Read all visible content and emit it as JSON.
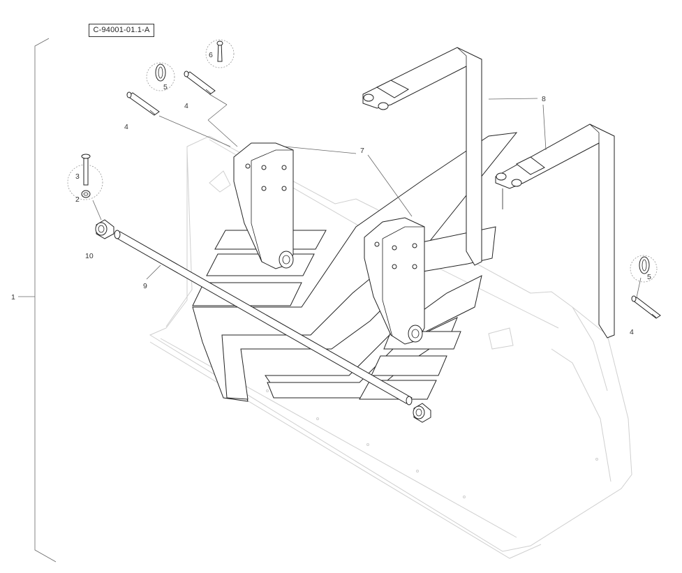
{
  "reference_code": "C-94001-01.1-A",
  "callouts": {
    "c1": "1",
    "c2": "2",
    "c3": "3",
    "c4a": "4",
    "c4b": "4",
    "c4c": "4",
    "c5a": "5",
    "c5b": "5",
    "c6": "6",
    "c7": "7",
    "c8": "8",
    "c9": "9",
    "c10": "10"
  }
}
